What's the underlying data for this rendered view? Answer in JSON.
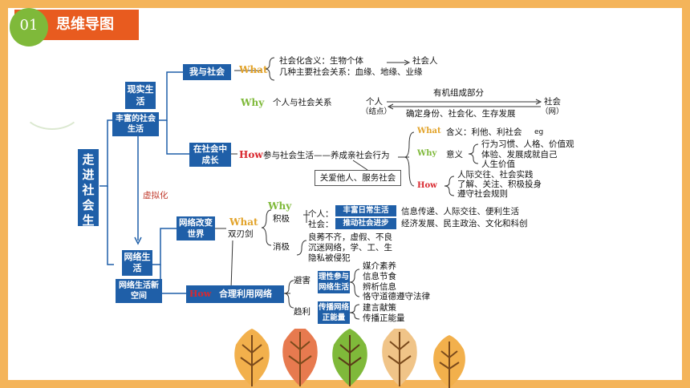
{
  "header": {
    "number": "01",
    "title": "思维导图"
  },
  "root": "走进社会生活",
  "branch_reality": {
    "title": "现实生活",
    "subtitle": "丰富的社会生活"
  },
  "me_society": {
    "title": "我与社会",
    "what_label": "What",
    "what_lines": [
      "社会化含义：生物个体",
      "社会人",
      "几种主要社会关系：血缘、地缘、业缘"
    ],
    "why_label": "Why",
    "why_text": "个人与社会关系",
    "person": "个人",
    "person_sub": "（结点）",
    "society": "社会",
    "society_sub": "（网）",
    "rel_top": "有机组成部分",
    "rel_bottom": "确定身份、社会化、生存发展"
  },
  "grow": {
    "title": "在社会中成长",
    "how_label": "How",
    "how_text": "参与社会生活——养成亲社会行为",
    "caring": "关爱他人、服务社会",
    "what_label": "What",
    "meaning": "含义：利他、利社会",
    "eg": "eg",
    "why_label": "Why",
    "significance": "意义",
    "sig_items": [
      "行为习惯、人格、价值观",
      "体验、发展成就自己",
      "人生价值"
    ],
    "how2_label": "How",
    "how_items": [
      "人际交往、社会实践",
      "了解、关注、积极投身",
      "遵守社会规则"
    ]
  },
  "virtual_label": "虚拟化",
  "branch_network": {
    "title": "网络生活",
    "subtitle": "网络生活新空间"
  },
  "change_world": {
    "title": "网络改变世界",
    "why_label": "Why",
    "what_label": "What",
    "double_edge": "双刃剑",
    "positive": "积极",
    "personal": "个人：",
    "social": "社会：",
    "rich_life": "丰富日常生活",
    "push_progress": "推动社会进步",
    "personal_text": "信息传递、人际交往、便利生活",
    "social_text": "经济发展、民主政治、文化和科创",
    "negative": "消极",
    "neg_lines": [
      "良莠不齐，虚假、不良",
      "沉迷网络，学、工、生",
      "隐私被侵犯"
    ]
  },
  "use_network": {
    "how_label": "How",
    "title": "合理利用网络",
    "avoid": "避害",
    "avoid_box": "理性参与网络生活",
    "avoid_items": [
      "媒介素养",
      "信息节食",
      "辨析信息",
      "恪守道德遵守法律"
    ],
    "benefit": "趋利",
    "benefit_box": "传播网络正能量",
    "benefit_items": [
      "建言献策",
      "传播正能量"
    ]
  },
  "colors": {
    "dark_blue": "#1f5fa8",
    "orange": "#e85b1f",
    "green": "#7fb93a",
    "what": "#e2a32a",
    "how": "#d9282f"
  }
}
